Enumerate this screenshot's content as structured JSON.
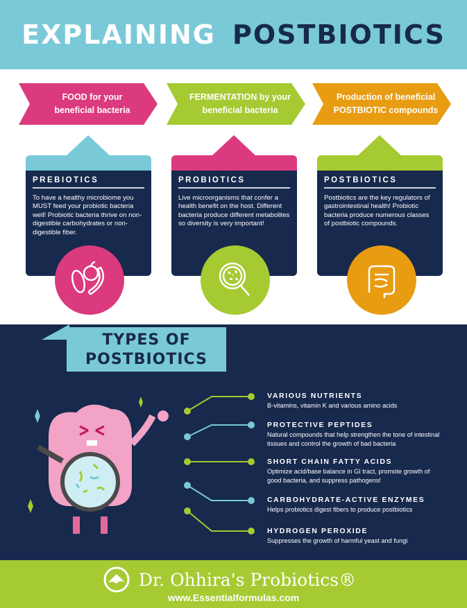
{
  "header": {
    "title_part1": "EXPLAINING",
    "title_part2": "POSTBIOTICS"
  },
  "colors": {
    "teal": "#79c9d8",
    "navy": "#17294d",
    "pink": "#dc3a7e",
    "lime": "#a6ca32",
    "orange": "#e89c12"
  },
  "steps": [
    {
      "line1": "FOOD for your",
      "line2": "beneficial bacteria"
    },
    {
      "line1": "FERMENTATION by your",
      "line2": "beneficial bacteria"
    },
    {
      "line1": "Production of beneficial",
      "line2": "POSTBIOTIC compounds"
    }
  ],
  "cards": [
    {
      "title": "PREBIOTICS",
      "text": "To have a healthy microbiome you MUST feed your probiotic bacteria well! Probiotic bacteria thrive on non-digestible carbohydrates or non-digestible fiber.",
      "icon": "fruit-vegetable-icon"
    },
    {
      "title": "PROBIOTICS",
      "text": "Live microorganisms that confer a health benefit on the host. Different bacteria produce different metabolites so diversity is very important!",
      "icon": "magnifier-bacteria-icon"
    },
    {
      "title": "POSTBIOTICS",
      "text": "Postbiotics are the key regulators of gastrointestinal health! Probiotic bacteria produce numerous classes of postbiotic compounds.",
      "icon": "intestine-icon"
    }
  ],
  "types": {
    "title_line1": "TYPES OF",
    "title_line2": "POSTBIOTICS",
    "items": [
      {
        "title": "VARIOUS NUTRIENTS",
        "text": "B-vitamins, vitamin K and various amino acids"
      },
      {
        "title": "PROTECTIVE PEPTIDES",
        "text": "Natural compounds that help strengthen the tone of intestinal tissues and control the growth of bad bacteria"
      },
      {
        "title": "SHORT CHAIN FATTY ACIDS",
        "text": "Optimize acid/base balance in GI tract, promote growth of good bacteria, and suppress pathogens!"
      },
      {
        "title": "CARBOHYDRATE-ACTIVE ENZYMES",
        "text": "Helps probiotics digest fibers to produce postbiotics"
      },
      {
        "title": "HYDROGEN PEROXIDE",
        "text": "Suppresses the growth of harmful yeast and fungi"
      }
    ]
  },
  "footer": {
    "brand": "Dr. Ohhira's Probiotics®",
    "url": "www.Essentialformulas.com"
  }
}
